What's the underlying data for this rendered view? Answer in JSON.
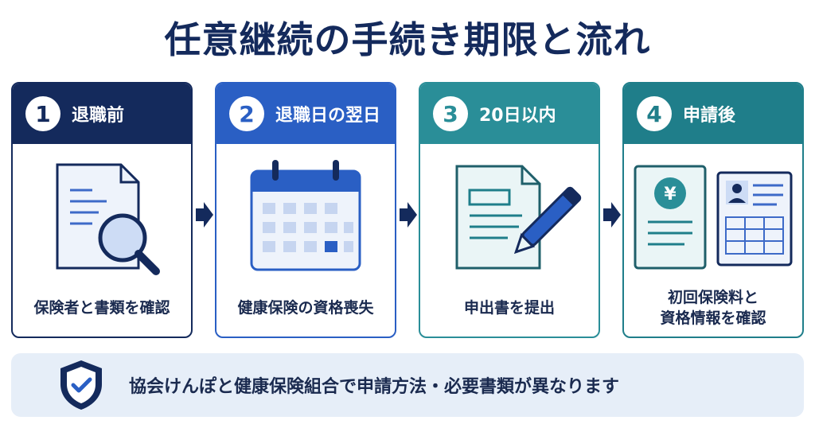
{
  "title": "任意継続の手続き期限と流れ",
  "steps": [
    {
      "number": "1",
      "label": "退職前",
      "description": "保険者と書類を確認",
      "icon": "document-search-icon",
      "color": "#142a5c"
    },
    {
      "number": "2",
      "label": "退職日の翌日",
      "description": "健康保険の資格喪失",
      "icon": "calendar-icon",
      "color": "#2a5fc4"
    },
    {
      "number": "3",
      "label": "20日以内",
      "description": "申出書を提出",
      "icon": "document-pen-icon",
      "color": "#2a8e98"
    },
    {
      "number": "4",
      "label": "申請後",
      "description": "初回保険料と\n資格情報を確認",
      "icon": "yen-document-and-id-card-icon",
      "color": "#1f7e8a"
    }
  ],
  "note": {
    "icon": "shield-check-icon",
    "text": "協会けんぽと健康保険組合で申請方法・必要書類が異なります"
  },
  "colors": {
    "title": "#142a5c",
    "navy": "#142a5c",
    "blue": "#2a5fc4",
    "teal": "#2a8e98",
    "note_bg": "#e6eef8"
  }
}
